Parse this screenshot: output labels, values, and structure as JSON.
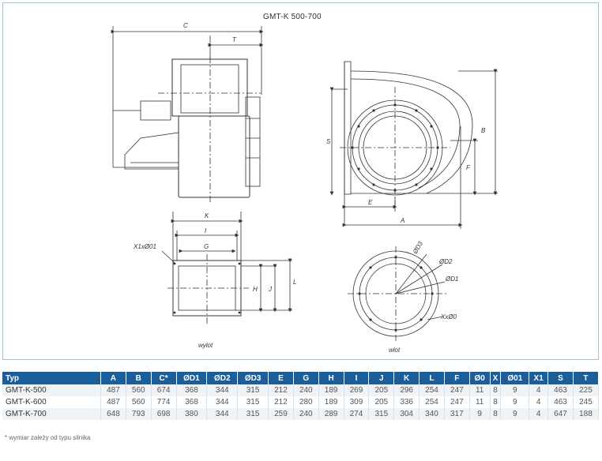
{
  "title": "GMT-K 500-700",
  "drawing_labels": {
    "c": "C",
    "t": "T",
    "s": "S",
    "b": "B",
    "f": "F",
    "e": "E",
    "a": "A",
    "k": "K",
    "i": "I",
    "g": "G",
    "h": "H",
    "j": "J",
    "l": "L",
    "x1": "X1xØ01",
    "d3": "ØD3",
    "d2": "ØD2",
    "d1": "ØD1",
    "xx": "XxØ0",
    "wylot": "wylot",
    "wlot": "wlot"
  },
  "table": {
    "headers": [
      "Typ",
      "A",
      "B",
      "C*",
      "ØD1",
      "ØD2",
      "ØD3",
      "E",
      "G",
      "H",
      "I",
      "J",
      "K",
      "L",
      "F",
      "Ø0",
      "X",
      "Ø01",
      "X1",
      "S",
      "T"
    ],
    "rows": [
      [
        "GMT-K-500",
        "487",
        "560",
        "674",
        "368",
        "344",
        "315",
        "212",
        "240",
        "189",
        "269",
        "205",
        "296",
        "254",
        "247",
        "11",
        "8",
        "9",
        "4",
        "463",
        "225"
      ],
      [
        "GMT-K-600",
        "487",
        "560",
        "774",
        "368",
        "344",
        "315",
        "212",
        "280",
        "189",
        "309",
        "205",
        "336",
        "254",
        "247",
        "11",
        "8",
        "9",
        "4",
        "463",
        "245"
      ],
      [
        "GMT-K-700",
        "648",
        "793",
        "698",
        "380",
        "344",
        "315",
        "259",
        "240",
        "289",
        "274",
        "315",
        "304",
        "340",
        "317",
        "9",
        "8",
        "9",
        "4",
        "647",
        "188"
      ]
    ]
  },
  "footnote": "* wymiar zależy od typu silnika"
}
